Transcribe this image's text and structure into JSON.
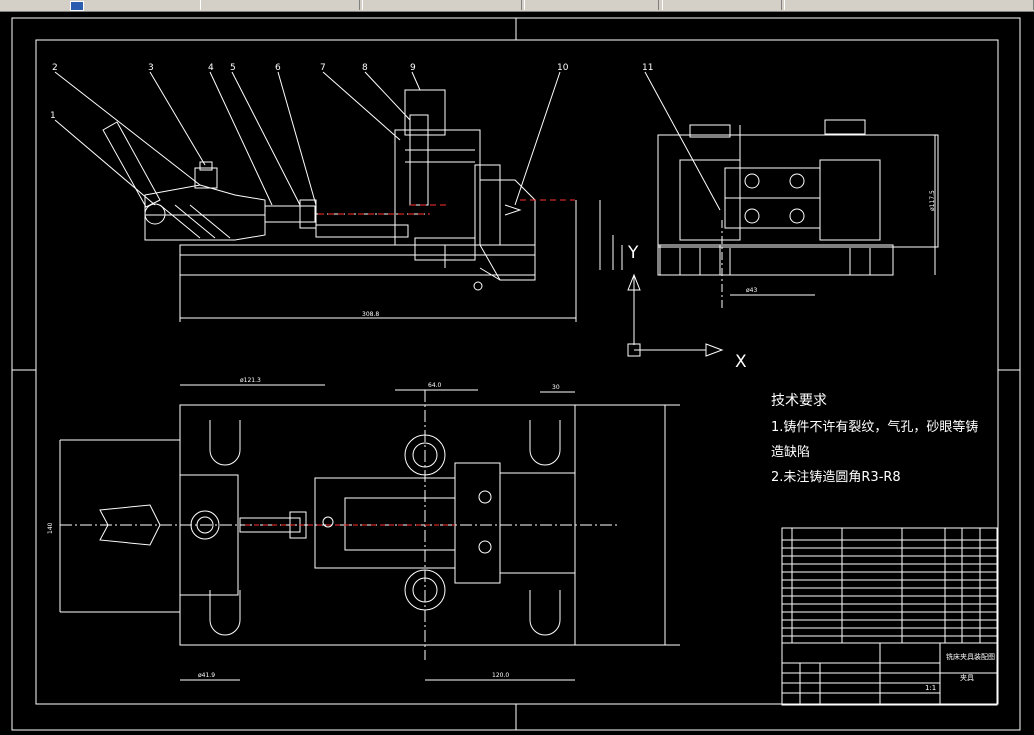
{
  "window": {
    "tabs": [
      "",
      "",
      "",
      "",
      ""
    ]
  },
  "drawing": {
    "part_numbers": [
      "1",
      "2",
      "3",
      "4",
      "5",
      "6",
      "7",
      "8",
      "9",
      "10",
      "11"
    ],
    "axis_labels": {
      "y": "Y",
      "x": "X"
    },
    "dimensions": {
      "overall_front_width": "308.8",
      "overall_plan_width": "ø121.3",
      "plan_center_width": "64.0",
      "plan_right_width": "30",
      "plan_height": "140",
      "plan_left_foot": "ø41.9",
      "plan_center_bottom": "120.0",
      "side_height": "ø117.5",
      "side_width": "ø43"
    },
    "technical_requirements": {
      "title": "技术要求",
      "item1_line1": "1.铸件不许有裂纹，气孔，砂眼等铸",
      "item1_line2": "造缺陷",
      "item2": "2.未注铸造圆角R3-R8"
    },
    "title_block": {
      "part_name": "夹具",
      "drawing_name": "铣床夹具装配图",
      "scale": "1:1"
    },
    "colors": {
      "background": "#000000",
      "lines": "#ffffff",
      "accent": "#ff3030"
    }
  }
}
